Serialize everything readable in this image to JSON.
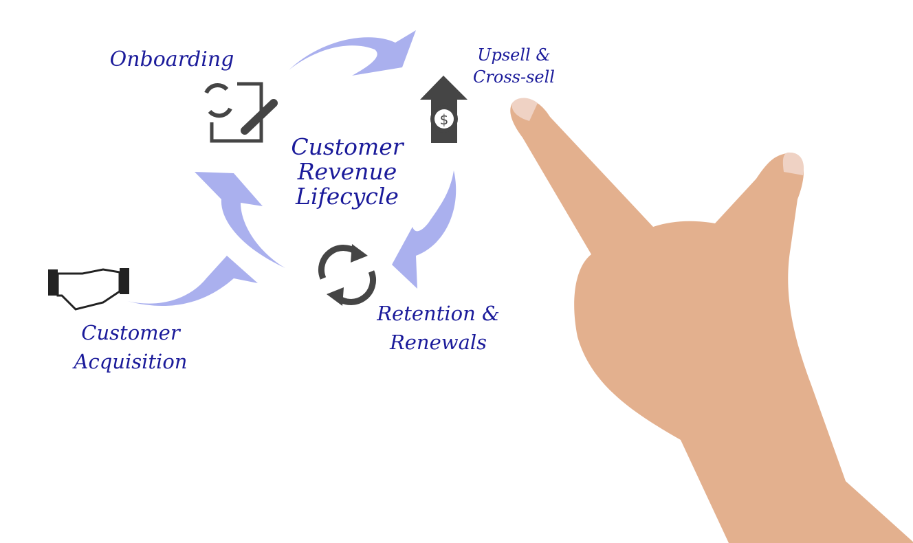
{
  "title": {
    "line1": "Customer",
    "line2": "Revenue",
    "line3": "Lifecycle"
  },
  "stages": {
    "onboarding": "Onboarding",
    "upsell": {
      "line1": "Upsell &",
      "line2": "Cross-sell"
    },
    "retention": {
      "line1": "Retention &",
      "line2": "Renewals"
    },
    "acquisition": {
      "line1": "Customer",
      "line2": "Acquisition"
    }
  },
  "icons": {
    "onboarding": "refresh-document-pencil-icon",
    "upsell": "dollar-up-arrow-icon",
    "retention": "cycle-arrows-icon",
    "acquisition": "handshake-icon"
  },
  "colors": {
    "text": "#1a1a9a",
    "arrow": "#aab0ee",
    "icon": "#454545",
    "skin": "#e3b08e"
  }
}
